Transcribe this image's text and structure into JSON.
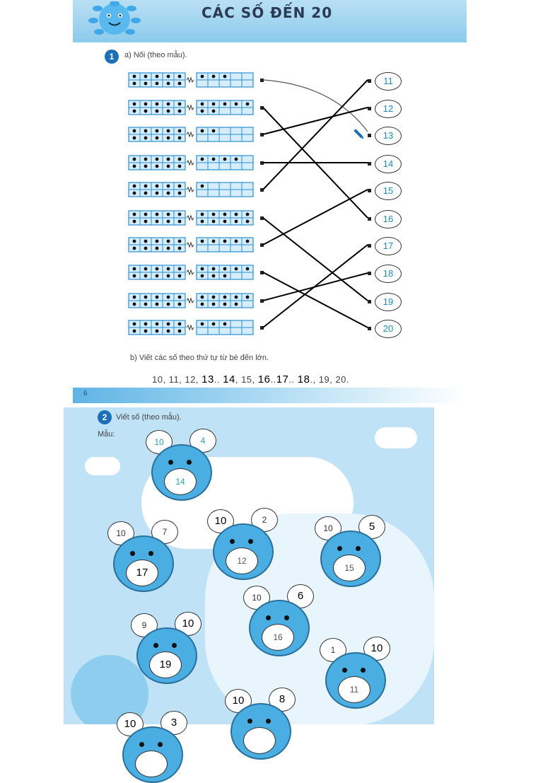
{
  "header": {
    "title": "CÁC SỐ ĐẾN 20"
  },
  "exercise1": {
    "badge": "1",
    "instruction_a": "a) Nối (theo mẫu).",
    "targets": [
      "11",
      "12",
      "13",
      "14",
      "15",
      "16",
      "17",
      "18",
      "19",
      "20"
    ],
    "instruction_b": "b) Viết các số theo thứ tự từ bé đến lớn.",
    "sequence": {
      "p1": "10, 11, 12,",
      "h1": "13",
      "p2": "..",
      "h2": "14",
      "p3": ", 15,",
      "h3": "16",
      "p4": "..",
      "h4": "17",
      "p5": "..",
      "h5": "18",
      "p6": "., 19, 20."
    },
    "page_number": "6"
  },
  "exercise2": {
    "badge": "2",
    "instruction": "Viết số (theo mẫu).",
    "sample_label": "Mẫu:",
    "bears": [
      {
        "left": "10",
        "right": "4",
        "nose": "14",
        "sample": true
      },
      {
        "left": "10",
        "right": "7",
        "nose": "17"
      },
      {
        "left": "10",
        "right": "2",
        "nose": "12"
      },
      {
        "left": "10",
        "right": "5",
        "nose": "15"
      },
      {
        "left": "10",
        "right": "6",
        "nose": "16"
      },
      {
        "left": "9",
        "right": "10",
        "nose": "19"
      },
      {
        "left": "1",
        "right": "10",
        "nose": "11"
      },
      {
        "left": "10",
        "right": "8",
        "nose": ""
      },
      {
        "left": "10",
        "right": "3",
        "nose": ""
      }
    ]
  },
  "colors": {
    "accent": "#1d6fb8",
    "bear": "#4aaee2",
    "sky": "#bfe2f6"
  }
}
